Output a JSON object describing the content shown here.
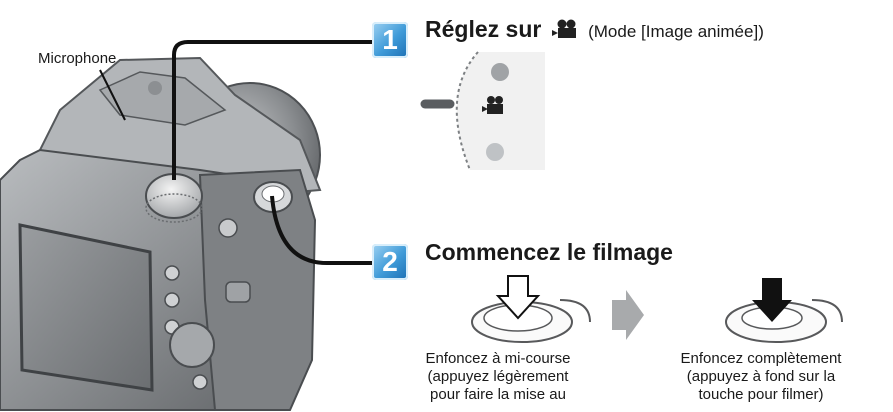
{
  "labels": {
    "microphone": "Microphone"
  },
  "step1": {
    "number": "1",
    "title_prefix": "Réglez sur",
    "icon": "movie-camera-icon",
    "mode_note": "(Mode [Image animée])"
  },
  "step2": {
    "number": "2",
    "title": "Commencez le filmage",
    "half_press": {
      "line1": "Enfoncez à mi-course",
      "line2": "(appuyez légèrement",
      "line3": "pour faire la mise au"
    },
    "full_press": {
      "line1": "Enfoncez complètement",
      "line2": "(appuyez à fond sur la",
      "line3": "touche pour filmer)"
    }
  },
  "colors": {
    "badge": "#3e9ad8",
    "arrow": "#a8aaac",
    "camera_body": "#8e9194",
    "leader_line": "#111111"
  }
}
